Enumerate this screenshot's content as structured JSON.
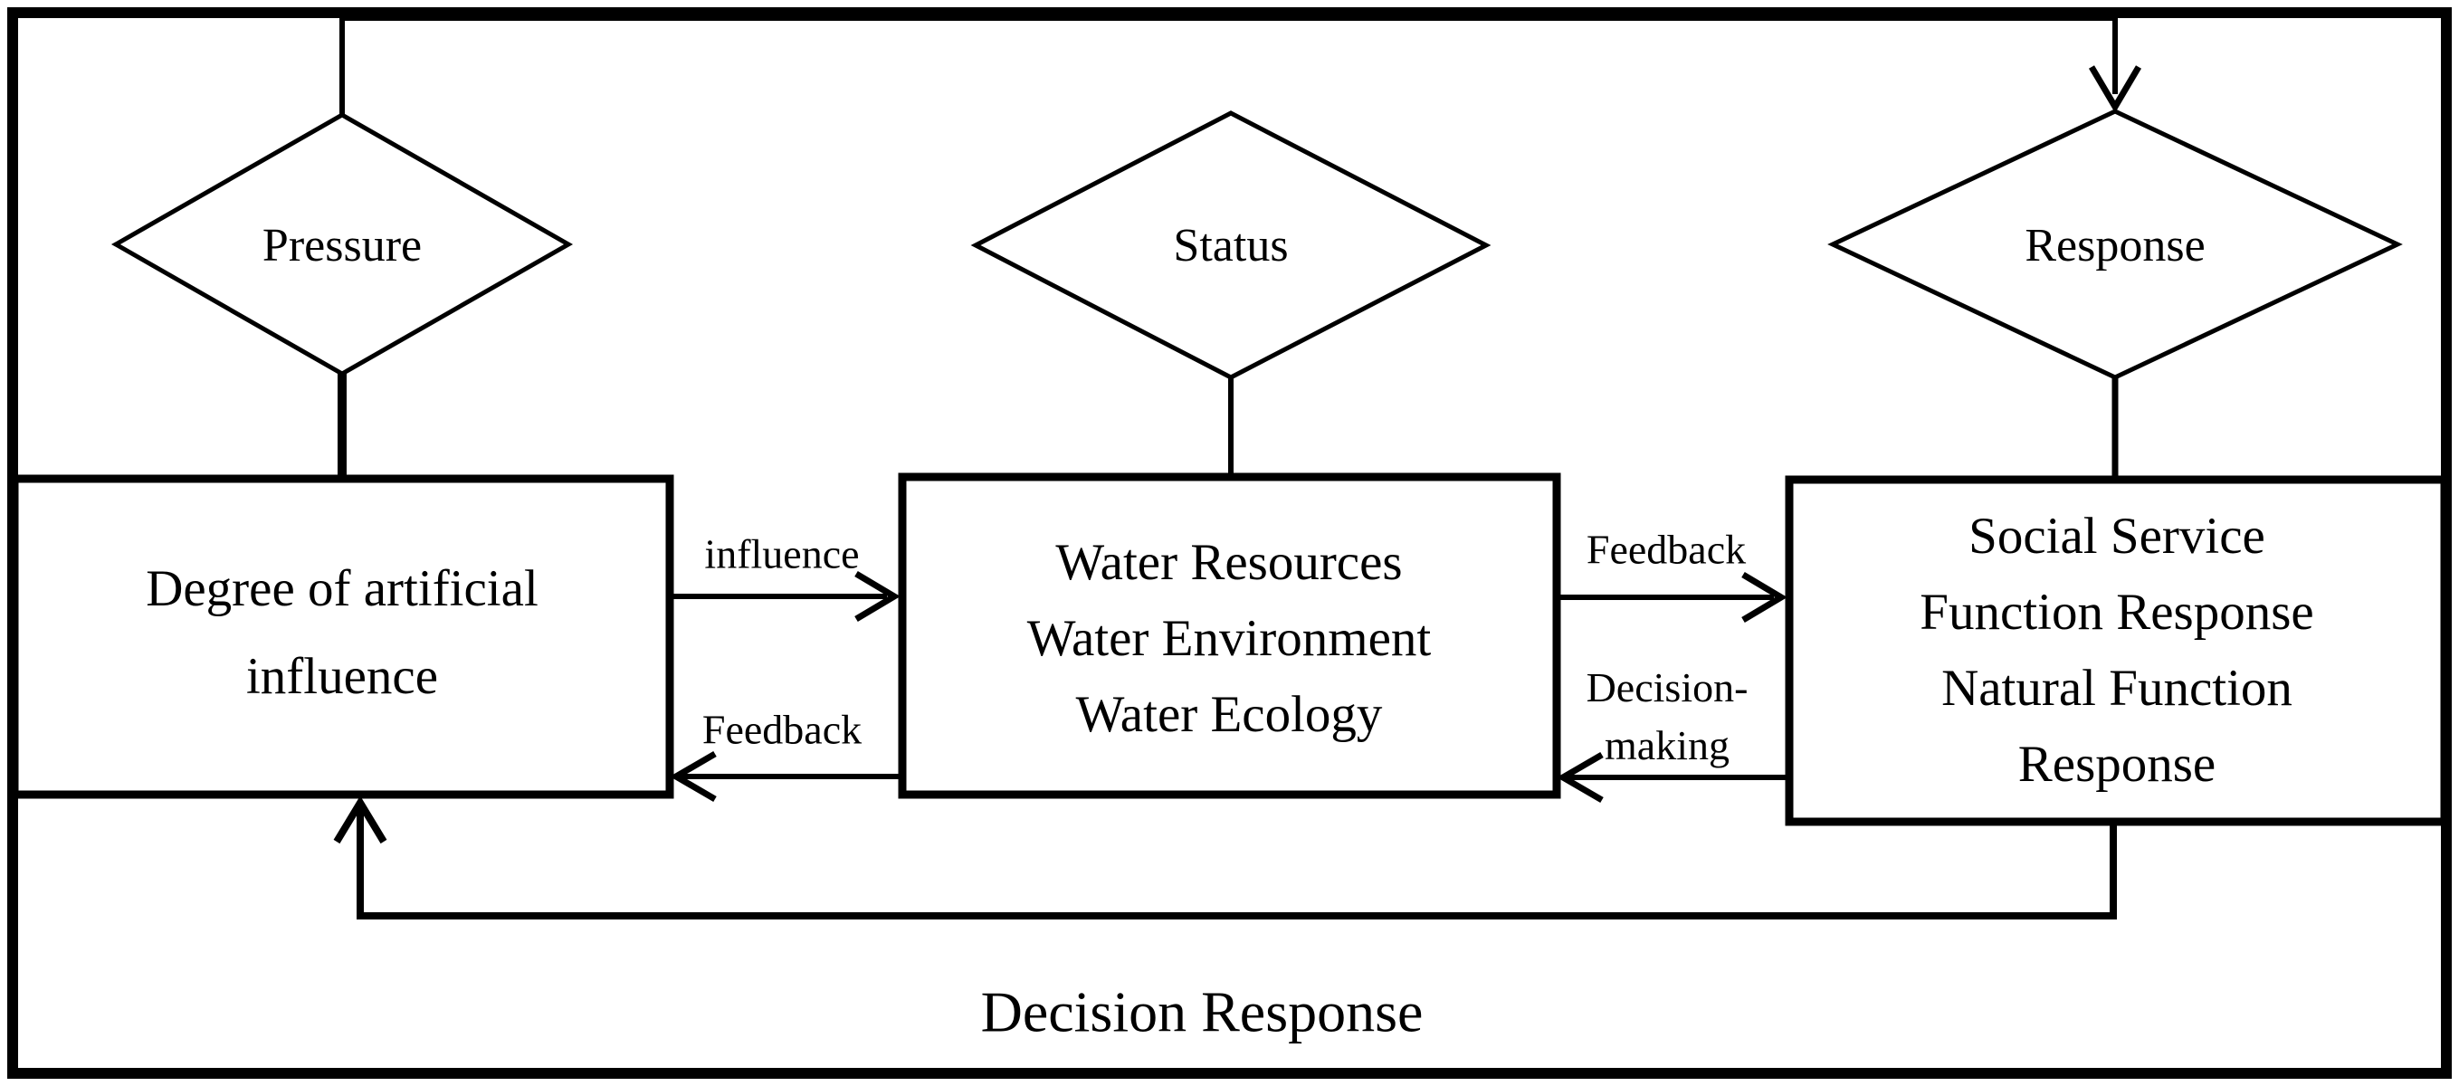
{
  "diamonds": [
    {
      "label": "Pressure"
    },
    {
      "label": "Status"
    },
    {
      "label": "Response"
    }
  ],
  "boxes": [
    {
      "lines": [
        "Degree of artificial",
        "influence"
      ]
    },
    {
      "lines": [
        "Water Resources",
        "Water Environment",
        "Water Ecology"
      ]
    },
    {
      "lines": [
        "Social Service",
        "Function Response",
        "Natural Function",
        "Response"
      ]
    }
  ],
  "arrow_labels": {
    "influence": "influence",
    "feedback_left": "Feedback",
    "feedback_right": "Feedback",
    "decision_line1": "Decision-",
    "decision_line2": "making"
  },
  "footer": {
    "decision_response": "Decision Response"
  },
  "colors": {
    "ink": "#000000",
    "background": "#ffffff"
  }
}
